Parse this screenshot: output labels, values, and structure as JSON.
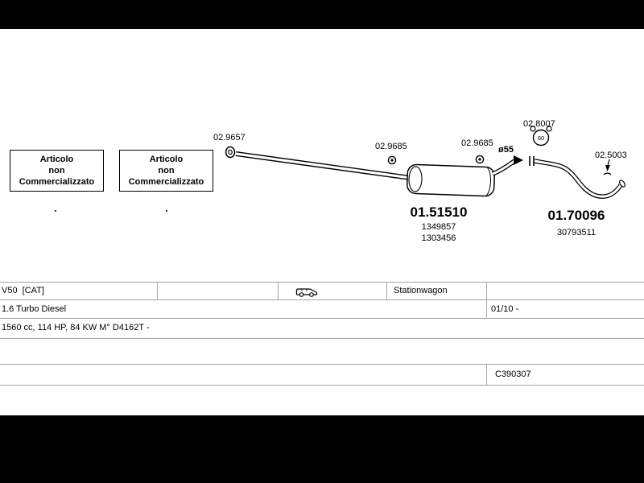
{
  "diagram": {
    "placeholder_boxes": [
      {
        "line1": "Articolo",
        "line2": "non",
        "line3": "Commercializzato"
      },
      {
        "line1": "Articolo",
        "line2": "non",
        "line3": "Commercializzato"
      }
    ],
    "labels": {
      "front_gasket": "02.9657",
      "mid_hanger": "02.9685",
      "rear_hanger": "02.9685",
      "bracket": "02.8007",
      "bracket_size": "60",
      "pipe_diameter": "ø55",
      "tail_gasket": "02.5003"
    },
    "parts": {
      "muffler_number": "01.51510",
      "muffler_ref1": "1349857",
      "muffler_ref2": "1303456",
      "tailpipe_number": "01.70096",
      "tailpipe_ref1": "30793511"
    }
  },
  "vehicle_table": {
    "model": "V50  [CAT]",
    "body_type": "Stationwagon",
    "engine": "1.6 Turbo Diesel",
    "build_period": "01/10 -",
    "engine_specs": "1560 cc, 114 HP, 84 KW M° D4162T -",
    "catalog_code": "C390307"
  }
}
